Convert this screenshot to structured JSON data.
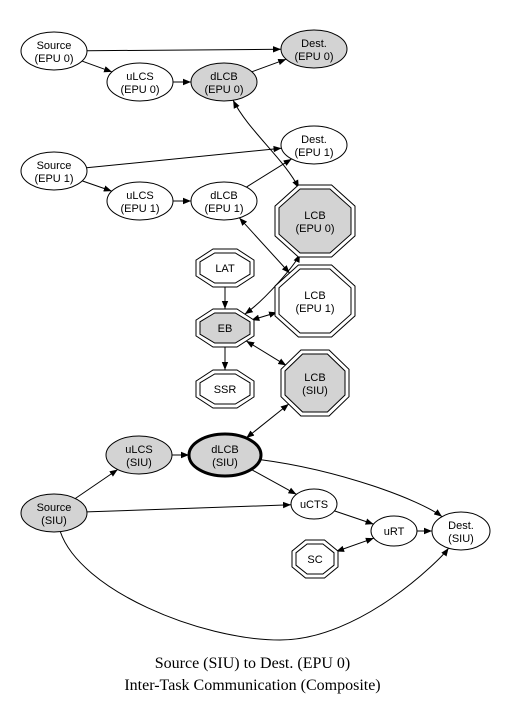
{
  "colors": {
    "background": "#ffffff",
    "stroke": "#000000",
    "shaded_fill": "#d3d3d3",
    "plain_fill": "#ffffff"
  },
  "caption": {
    "line1": "Source (SIU) to Dest. (EPU 0)",
    "line2": "Inter-Task Communication (Composite)"
  },
  "nodes": {
    "source_epu0": {
      "line1": "Source",
      "line2": "(EPU 0)",
      "shape": "ellipse",
      "shaded": false
    },
    "ulcs_epu0": {
      "line1": "uLCS",
      "line2": "(EPU 0)",
      "shape": "ellipse",
      "shaded": false
    },
    "dlcb_epu0": {
      "line1": "dLCB",
      "line2": "(EPU 0)",
      "shape": "ellipse",
      "shaded": true
    },
    "dest_epu0": {
      "line1": "Dest.",
      "line2": "(EPU 0)",
      "shape": "ellipse",
      "shaded": true
    },
    "source_epu1": {
      "line1": "Source",
      "line2": "(EPU 1)",
      "shape": "ellipse",
      "shaded": false
    },
    "ulcs_epu1": {
      "line1": "uLCS",
      "line2": "(EPU 1)",
      "shape": "ellipse",
      "shaded": false
    },
    "dlcb_epu1": {
      "line1": "dLCB",
      "line2": "(EPU 1)",
      "shape": "ellipse",
      "shaded": false
    },
    "dest_epu1": {
      "line1": "Dest.",
      "line2": "(EPU 1)",
      "shape": "ellipse",
      "shaded": false
    },
    "lcb_epu0": {
      "line1": "LCB",
      "line2": "(EPU 0)",
      "shape": "octagon",
      "shaded": true
    },
    "lcb_epu1": {
      "line1": "LCB",
      "line2": "(EPU 1)",
      "shape": "octagon",
      "shaded": false
    },
    "lat": {
      "line1": "LAT",
      "line2": "",
      "shape": "octagon",
      "shaded": false
    },
    "eb": {
      "line1": "EB",
      "line2": "",
      "shape": "octagon",
      "shaded": true
    },
    "ssr": {
      "line1": "SSR",
      "line2": "",
      "shape": "octagon",
      "shaded": false
    },
    "lcb_siu": {
      "line1": "LCB",
      "line2": "(SIU)",
      "shape": "octagon",
      "shaded": true
    },
    "ulcs_siu": {
      "line1": "uLCS",
      "line2": "(SIU)",
      "shape": "ellipse",
      "shaded": true
    },
    "dlcb_siu": {
      "line1": "dLCB",
      "line2": "(SIU)",
      "shape": "ellipse",
      "shaded": true,
      "bold": true
    },
    "source_siu": {
      "line1": "Source",
      "line2": "(SIU)",
      "shape": "ellipse",
      "shaded": true
    },
    "ucts": {
      "line1": "uCTS",
      "line2": "",
      "shape": "ellipse",
      "shaded": false
    },
    "urt": {
      "line1": "uRT",
      "line2": "",
      "shape": "ellipse",
      "shaded": false
    },
    "dest_siu": {
      "line1": "Dest.",
      "line2": "(SIU)",
      "shape": "ellipse",
      "shaded": false
    },
    "sc": {
      "line1": "SC",
      "line2": "",
      "shape": "octagon",
      "shaded": false
    }
  },
  "edges": [
    {
      "from": "source_epu0",
      "to": "dest_epu0",
      "dir": "forward"
    },
    {
      "from": "source_epu0",
      "to": "ulcs_epu0",
      "dir": "forward"
    },
    {
      "from": "ulcs_epu0",
      "to": "dlcb_epu0",
      "dir": "forward"
    },
    {
      "from": "dlcb_epu0",
      "to": "dest_epu0",
      "dir": "forward"
    },
    {
      "from": "dlcb_epu0",
      "to": "lcb_epu0",
      "dir": "both"
    },
    {
      "from": "source_epu1",
      "to": "dest_epu1",
      "dir": "forward"
    },
    {
      "from": "source_epu1",
      "to": "ulcs_epu1",
      "dir": "forward"
    },
    {
      "from": "ulcs_epu1",
      "to": "dlcb_epu1",
      "dir": "forward"
    },
    {
      "from": "dlcb_epu1",
      "to": "dest_epu1",
      "dir": "forward"
    },
    {
      "from": "dlcb_epu1",
      "to": "lcb_epu1",
      "dir": "both"
    },
    {
      "from": "lat",
      "to": "eb",
      "dir": "forward"
    },
    {
      "from": "eb",
      "to": "ssr",
      "dir": "forward"
    },
    {
      "from": "eb",
      "to": "lcb_epu0",
      "dir": "both"
    },
    {
      "from": "eb",
      "to": "lcb_epu1",
      "dir": "both"
    },
    {
      "from": "eb",
      "to": "lcb_siu",
      "dir": "both"
    },
    {
      "from": "dlcb_siu",
      "to": "lcb_siu",
      "dir": "both"
    },
    {
      "from": "ulcs_siu",
      "to": "dlcb_siu",
      "dir": "forward"
    },
    {
      "from": "source_siu",
      "to": "ulcs_siu",
      "dir": "forward"
    },
    {
      "from": "source_siu",
      "to": "ucts",
      "dir": "forward"
    },
    {
      "from": "source_siu",
      "to": "dest_siu",
      "dir": "forward"
    },
    {
      "from": "dlcb_siu",
      "to": "ucts",
      "dir": "forward"
    },
    {
      "from": "dlcb_siu",
      "to": "dest_siu",
      "dir": "forward"
    },
    {
      "from": "ucts",
      "to": "urt",
      "dir": "forward"
    },
    {
      "from": "urt",
      "to": "dest_siu",
      "dir": "forward"
    },
    {
      "from": "sc",
      "to": "urt",
      "dir": "both"
    }
  ]
}
